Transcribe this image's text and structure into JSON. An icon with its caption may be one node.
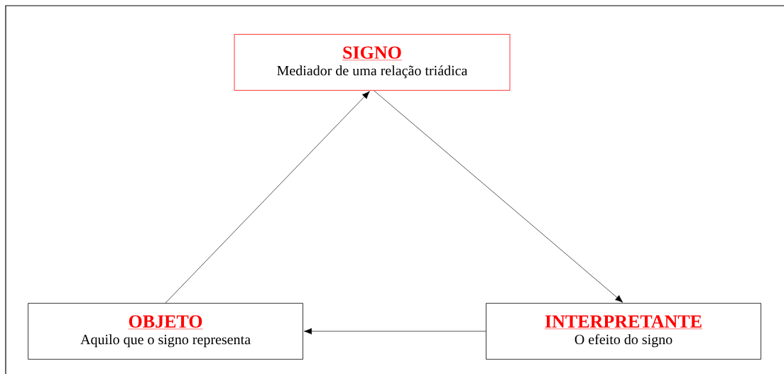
{
  "diagram": {
    "nodes": [
      {
        "text": [
          "SIGNO",
          "Mediador de uma relação triádica"
        ]
      },
      {
        "text": [
          "OBJETO",
          "Aquilo que o signo representa"
        ]
      },
      {
        "text": [
          "INTERPRETANTE",
          "O efeito do signo"
        ]
      }
    ],
    "edges": [
      {
        "from": 1,
        "to": 0,
        "arrow": "to"
      },
      {
        "from": 0,
        "to": 2,
        "arrow": "to"
      },
      {
        "from": 2,
        "to": 1,
        "arrow": "to"
      }
    ]
  }
}
